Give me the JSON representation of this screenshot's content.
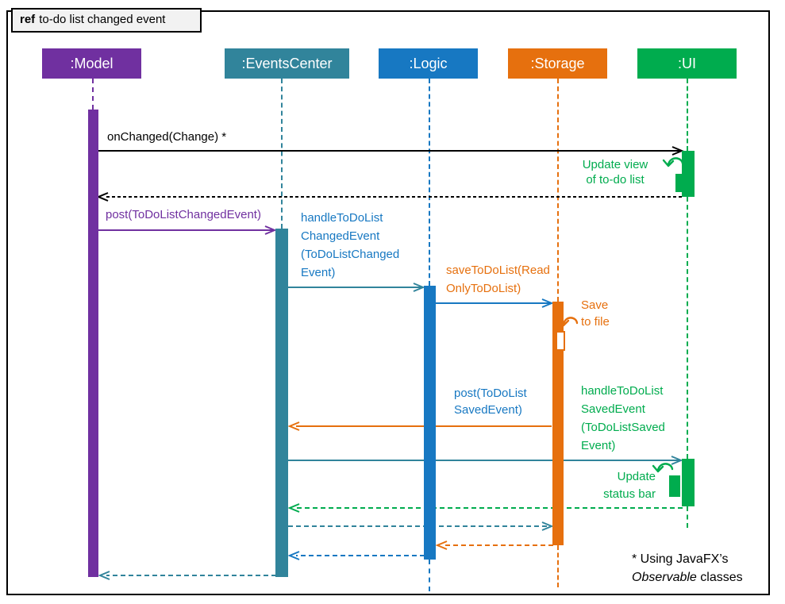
{
  "ref": {
    "keyword": "ref",
    "title": "to-do list changed event"
  },
  "actors": [
    {
      "name": "Model",
      "label": ":Model",
      "color": "#7030A0"
    },
    {
      "name": "EventsCenter",
      "label": ":EventsCenter",
      "color": "#31849B"
    },
    {
      "name": "Logic",
      "label": ":Logic",
      "color": "#1778C2"
    },
    {
      "name": "Storage",
      "label": ":Storage",
      "color": "#E6700E"
    },
    {
      "name": "UI",
      "label": ":UI",
      "color": "#00AC4E"
    }
  ],
  "messages": {
    "on_changed": {
      "text": "onChanged(Change) *",
      "color": "#000000"
    },
    "update_view": {
      "lines": [
        "Update view",
        "of to-do list"
      ],
      "color": "#00AC4E"
    },
    "post_changed": {
      "text": "post(ToDoListChangedEvent)",
      "color": "#7030A0"
    },
    "handle_changed": {
      "lines": [
        "handleToDoList",
        "ChangedEvent",
        "(ToDoListChanged",
        "Event)"
      ],
      "color": "#1778C2"
    },
    "save_todolist": {
      "lines": [
        "saveToDoList(Read",
        "OnlyToDoList)"
      ],
      "color": "#E6700E"
    },
    "save_to_file": {
      "lines": [
        "Save",
        "to file"
      ],
      "color": "#E6700E"
    },
    "post_saved": {
      "lines": [
        "post(ToDoList",
        "SavedEvent)"
      ],
      "color": "#1778C2"
    },
    "handle_saved": {
      "lines": [
        "handleToDoList",
        "SavedEvent",
        "(ToDoListSaved",
        "Event)"
      ],
      "color": "#00AC4E"
    },
    "update_status": {
      "lines": [
        "Update",
        "status bar"
      ],
      "color": "#00AC4E"
    }
  },
  "footnote": {
    "line1": "* Using JavaFX’s",
    "italic": "Observable",
    "rest": "classes"
  }
}
